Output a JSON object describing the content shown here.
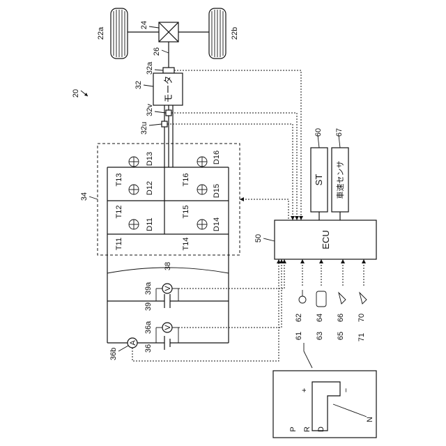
{
  "labels": {
    "system": "20",
    "wheel_a": "22a",
    "wheel_b": "22b",
    "gear": "24",
    "shaft": "26",
    "motor_ref": "32",
    "motor_text": "モータ",
    "sensor_32a": "32a",
    "sensor_32v": "32v",
    "sensor_32u": "32u",
    "inverter": "34",
    "t11": "T11",
    "t12": "T12",
    "t13": "T13",
    "t14": "T14",
    "t15": "T15",
    "t16": "T16",
    "d11": "D11",
    "d12": "D12",
    "d13": "D13",
    "d14": "D14",
    "d15": "D15",
    "d16": "D16",
    "power_line": "38",
    "cap": "39",
    "cap_sensor": "39a",
    "battery": "36",
    "battery_sensor_v": "36a",
    "battery_sensor_a": "36b",
    "ecu_ref": "50",
    "ecu_text": "ECU",
    "starter_ref": "60",
    "starter_text": "ST",
    "speed_ref": "67",
    "speed_text": "車速センサ",
    "ignition": "62",
    "shift_pos": "61",
    "shift_sensor": "63",
    "accel": "64",
    "accel_sensor": "65",
    "brake": "66",
    "brake_sensor": "70",
    "other_sensor": "71",
    "gauge_v": "V",
    "gauge_a": "A",
    "shift_plus": "+",
    "shift_minus": "−",
    "shift_p": "P",
    "shift_r": "R",
    "shift_d": "D",
    "shift_n": "N"
  }
}
